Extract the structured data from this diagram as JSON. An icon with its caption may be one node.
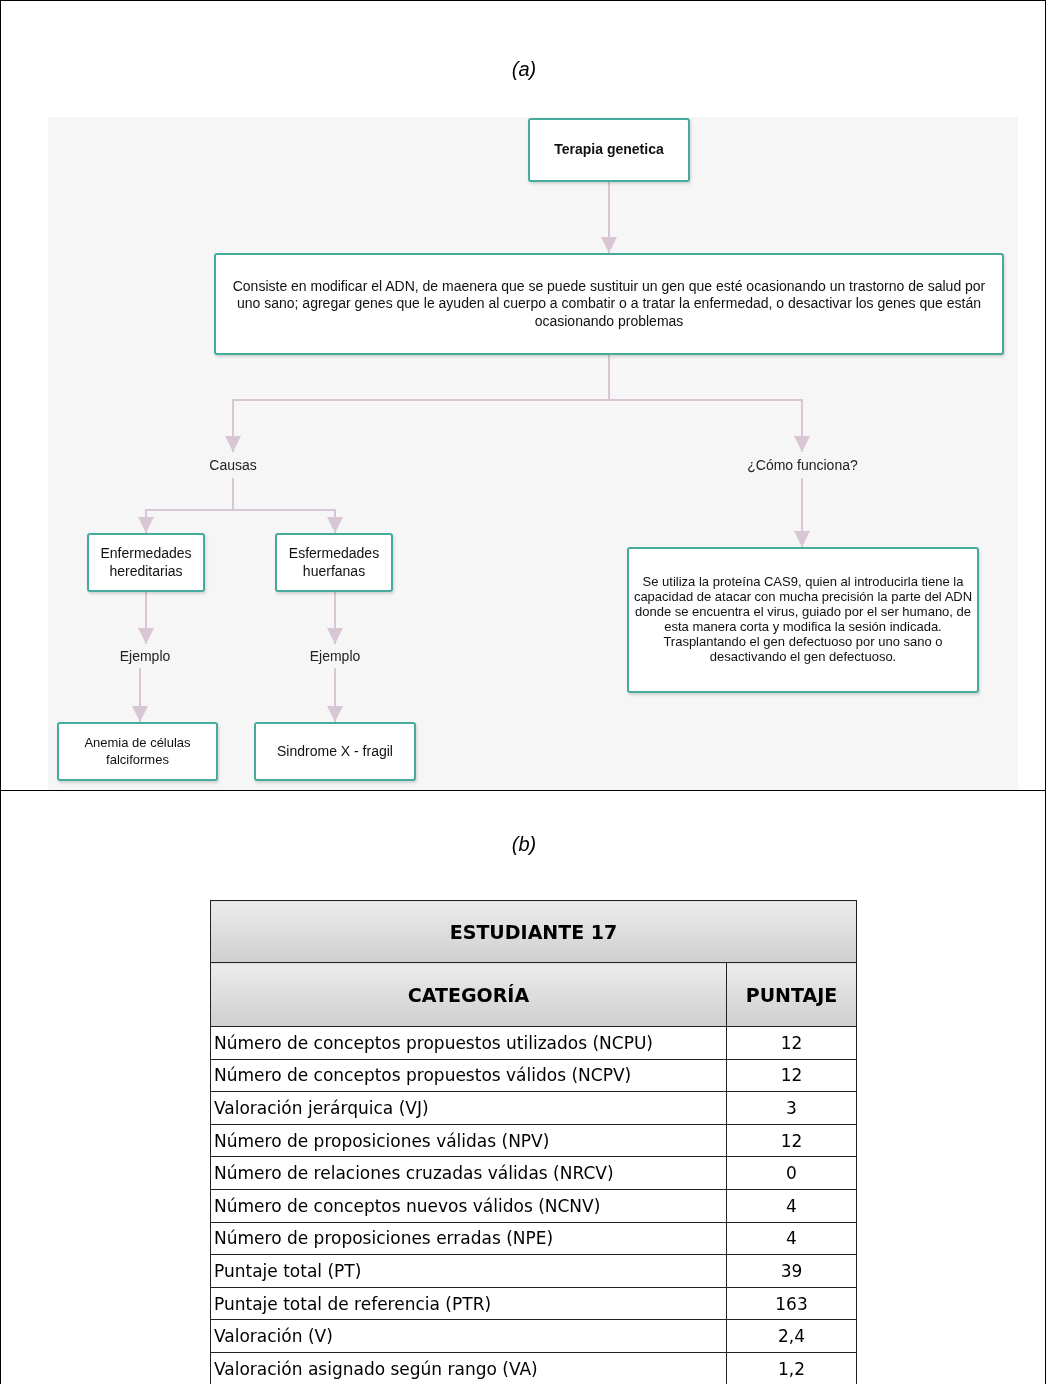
{
  "diagram": {
    "nodes": [
      {
        "text": [
          "Terapia genetica"
        ]
      },
      {
        "text": [
          "Consiste en modificar el ADN, de maenera que se puede sustituir un gen que esté ocasionando un trastorno de salud por uno sano; agregar genes que le ayuden al cuerpo a combatir o a tratar la enfermedad, o desactivar los genes que están ocasionando problemas"
        ]
      },
      {
        "text": [
          "Causas"
        ]
      },
      {
        "text": [
          "¿Cómo funciona?"
        ]
      },
      {
        "text": [
          "Enfermedades hereditarias"
        ]
      },
      {
        "text": [
          "Esfermedades huerfanas"
        ]
      },
      {
        "text": [
          "Ejemplo"
        ]
      },
      {
        "text": [
          "Ejemplo"
        ]
      },
      {
        "text": [
          "Anemia de células falciformes"
        ]
      },
      {
        "text": [
          "Sindrome X - fragil"
        ]
      },
      {
        "text": [
          "Se utiliza la proteína CAS9, quien al introducirla tiene la capacidad de atacar con mucha precisión la parte del ADN donde se encuentra el virus, guiado por el ser humano, de esta manera corta y modifica la sesión indicada. Trasplantando el gen defectuoso por uno sano o desactivando el gen defectuoso."
        ]
      }
    ],
    "edges": [
      {
        "from": 0,
        "to": 1,
        "arrow": "to"
      },
      {
        "from": 1,
        "to": 2,
        "arrow": "to"
      },
      {
        "from": 1,
        "to": 3,
        "arrow": "to"
      },
      {
        "from": 2,
        "to": 4,
        "arrow": "to"
      },
      {
        "from": 2,
        "to": 5,
        "arrow": "to"
      },
      {
        "from": 4,
        "to": 6,
        "arrow": "to"
      },
      {
        "from": 5,
        "to": 7,
        "arrow": "to"
      },
      {
        "from": 6,
        "to": 8,
        "arrow": "to"
      },
      {
        "from": 7,
        "to": 9,
        "arrow": "to"
      },
      {
        "from": 3,
        "to": 10,
        "arrow": "to"
      }
    ],
    "labels": [
      "(a)",
      "(b)",
      "ESTUDIANTE 17",
      "CATEGORÍA",
      "PUNTAJE",
      "Número de conceptos propuestos utilizados (NCPU)",
      "12",
      "Número de conceptos propuestos válidos (NCPV)",
      "12",
      "Valoración jerárquica (VJ)",
      "3",
      "Número de proposiciones válidas (NPV)",
      "12",
      "Número de relaciones cruzadas válidas (NRCV)",
      "0",
      "Número de conceptos nuevos válidos (NCNV)",
      "4",
      "Número de proposiciones erradas (NPE)",
      "4",
      "Puntaje total (PT)",
      "39",
      "Puntaje total de referencia (PTR)",
      "163",
      "Valoración (V)",
      "2,4",
      "Valoración asignado según rango (VA)",
      "1,2"
    ]
  }
}
